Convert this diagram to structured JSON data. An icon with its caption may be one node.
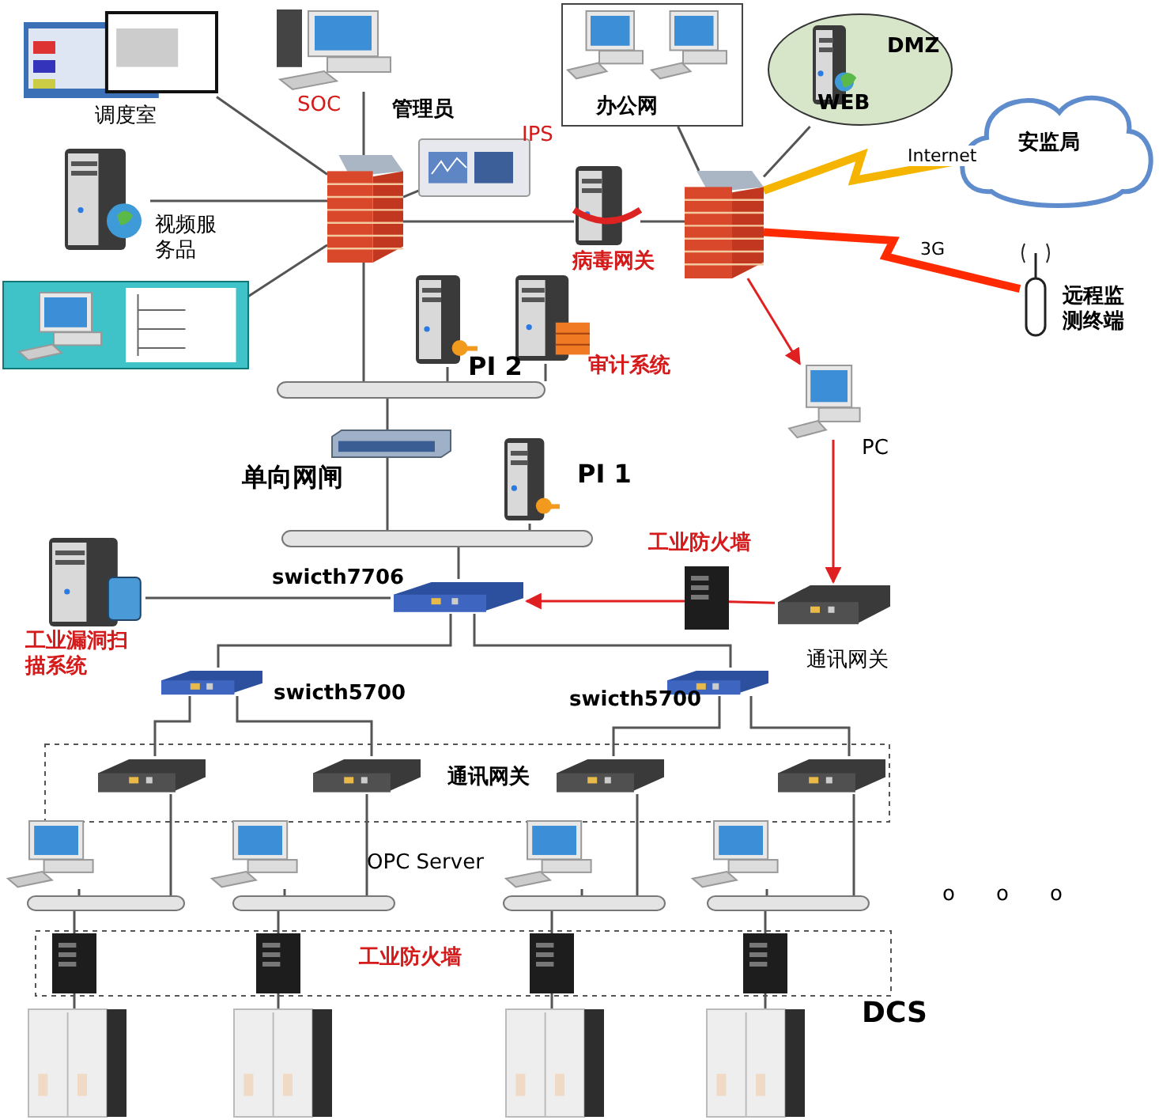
{
  "diagram": {
    "nodes": [
      {
        "text": [],
        "shape": "picture",
        "beside": [
          "调度室"
        ]
      },
      {
        "text": [],
        "shape": "picture",
        "beside": [
          "SOC",
          "管理员"
        ]
      },
      {
        "text": [],
        "shape": "picture"
      },
      {
        "text": [],
        "shape": "picture",
        "beside": [
          "IPS"
        ]
      },
      {
        "text": [],
        "shape": "picture",
        "beside": [
          "视频服务品"
        ]
      },
      {
        "text": [],
        "shape": "picture"
      },
      {
        "text": [],
        "shape": "picture",
        "beside": [
          "病毒网关"
        ]
      },
      {
        "text": [
          "办公网"
        ]
      },
      {
        "text": [
          "DMZ",
          "WEB"
        ]
      },
      {
        "text": [],
        "shape": "picture"
      },
      {
        "text": [
          "安监局"
        ]
      },
      {
        "text": [],
        "shape": "picture",
        "beside": [
          "远程监测终端"
        ]
      },
      {
        "text": [],
        "shape": "picture",
        "beside": [
          "PC"
        ]
      },
      {
        "text": [],
        "shape": "picture",
        "beside": [
          "PI 2"
        ]
      },
      {
        "text": [],
        "shape": "picture",
        "beside": [
          "审计系统"
        ]
      },
      {
        "text": [],
        "shape": "bar"
      },
      {
        "text": [],
        "shape": "picture",
        "beside": [
          "单向网闸"
        ]
      },
      {
        "text": [],
        "shape": "picture",
        "beside": [
          "PI 1"
        ]
      },
      {
        "text": [],
        "shape": "bar"
      },
      {
        "text": [],
        "shape": "picture",
        "beside": [
          "swicth7706"
        ]
      },
      {
        "text": [],
        "shape": "picture",
        "beside": [
          "工业漏洞扫描系统"
        ]
      },
      {
        "text": [],
        "shape": "picture",
        "beside": [
          "工业防火墙"
        ]
      },
      {
        "text": [],
        "shape": "picture",
        "beside": [
          "通讯网关"
        ]
      },
      {
        "text": [],
        "shape": "picture",
        "beside": [
          "swicth5700"
        ]
      },
      {
        "text": [],
        "shape": "picture",
        "beside": [
          "swicth5700"
        ]
      },
      {
        "text": [
          "通讯网关"
        ]
      },
      {
        "text": [],
        "shape": "picture",
        "in": 25
      },
      {
        "text": [],
        "shape": "picture",
        "in": 25
      },
      {
        "text": [],
        "shape": "picture",
        "in": 25
      },
      {
        "text": [],
        "shape": "picture",
        "in": 25
      },
      {
        "text": [],
        "shape": "picture"
      },
      {
        "text": [],
        "shape": "picture"
      },
      {
        "text": [],
        "shape": "picture"
      },
      {
        "text": [],
        "shape": "picture"
      },
      {
        "text": [],
        "shape": "bar"
      },
      {
        "text": [],
        "shape": "bar"
      },
      {
        "text": [],
        "shape": "bar"
      },
      {
        "text": [],
        "shape": "bar"
      },
      {
        "text": [
          "工业防火墙"
        ]
      },
      {
        "text": [],
        "shape": "picture",
        "in": 38
      },
      {
        "text": [],
        "shape": "picture",
        "in": 38
      },
      {
        "text": [],
        "shape": "picture",
        "in": 38
      },
      {
        "text": [],
        "shape": "picture",
        "in": 38
      },
      {
        "text": [],
        "shape": "picture"
      },
      {
        "text": [],
        "shape": "picture"
      },
      {
        "text": [],
        "shape": "picture"
      },
      {
        "text": [],
        "shape": "picture"
      }
    ],
    "edges": [
      {
        "from": 0,
        "to": 2,
        "arrow": "none"
      },
      {
        "from": 1,
        "to": 2,
        "arrow": "none"
      },
      {
        "from": 3,
        "to": 2,
        "arrow": "none"
      },
      {
        "from": 4,
        "to": 2,
        "arrow": "none"
      },
      {
        "from": 5,
        "to": 2,
        "arrow": "none"
      },
      {
        "from": 2,
        "to": 6,
        "arrow": "none"
      },
      {
        "from": 6,
        "to": 9,
        "arrow": "none"
      },
      {
        "from": 7,
        "to": 9,
        "arrow": "none"
      },
      {
        "from": 8,
        "to": 9,
        "arrow": "none"
      },
      {
        "from": 9,
        "to": 10,
        "arrow": "none",
        "label": "Internet",
        "style": "thick",
        "color": "#f5b400"
      },
      {
        "from": 9,
        "to": 11,
        "arrow": "none",
        "label": "3G",
        "style": "thick",
        "color": "#ff2a00"
      },
      {
        "from": 9,
        "to": 12,
        "arrow": "to",
        "color": "#e02020"
      },
      {
        "from": 2,
        "to": 15,
        "arrow": "none"
      },
      {
        "from": 13,
        "to": 15,
        "arrow": "none"
      },
      {
        "from": 14,
        "to": 15,
        "arrow": "none"
      },
      {
        "from": 15,
        "to": 16,
        "arrow": "none"
      },
      {
        "from": 16,
        "to": 18,
        "arrow": "none"
      },
      {
        "from": 17,
        "to": 18,
        "arrow": "none"
      },
      {
        "from": 18,
        "to": 19,
        "arrow": "none"
      },
      {
        "from": 20,
        "to": 19,
        "arrow": "none"
      },
      {
        "from": 12,
        "to": 22,
        "arrow": "to",
        "color": "#e02020"
      },
      {
        "from": 22,
        "to": 21,
        "arrow": "none",
        "color": "#e02020"
      },
      {
        "from": 21,
        "to": 19,
        "arrow": "to",
        "color": "#e02020"
      },
      {
        "from": 19,
        "to": 23,
        "arrow": "none"
      },
      {
        "from": 19,
        "to": 24,
        "arrow": "none"
      },
      {
        "from": 23,
        "to": 26,
        "arrow": "none"
      },
      {
        "from": 23,
        "to": 27,
        "arrow": "none"
      },
      {
        "from": 24,
        "to": 28,
        "arrow": "none"
      },
      {
        "from": 24,
        "to": 29,
        "arrow": "none"
      },
      {
        "from": 26,
        "to": 34,
        "arrow": "none"
      },
      {
        "from": 27,
        "to": 35,
        "arrow": "none"
      },
      {
        "from": 28,
        "to": 36,
        "arrow": "none"
      },
      {
        "from": 29,
        "to": 37,
        "arrow": "none"
      },
      {
        "from": 30,
        "to": 34,
        "arrow": "none"
      },
      {
        "from": 31,
        "to": 35,
        "arrow": "none"
      },
      {
        "from": 32,
        "to": 36,
        "arrow": "none"
      },
      {
        "from": 33,
        "to": 37,
        "arrow": "none"
      },
      {
        "from": 34,
        "to": 39,
        "arrow": "none"
      },
      {
        "from": 35,
        "to": 40,
        "arrow": "none"
      },
      {
        "from": 36,
        "to": 41,
        "arrow": "none"
      },
      {
        "from": 37,
        "to": 42,
        "arrow": "none"
      },
      {
        "from": 39,
        "to": 43,
        "arrow": "none"
      },
      {
        "from": 40,
        "to": 44,
        "arrow": "none"
      },
      {
        "from": 41,
        "to": 45,
        "arrow": "none"
      },
      {
        "from": 42,
        "to": 46,
        "arrow": "none"
      }
    ],
    "labels": [
      "OPC Server",
      "o",
      "o",
      "o",
      "DCS"
    ]
  }
}
